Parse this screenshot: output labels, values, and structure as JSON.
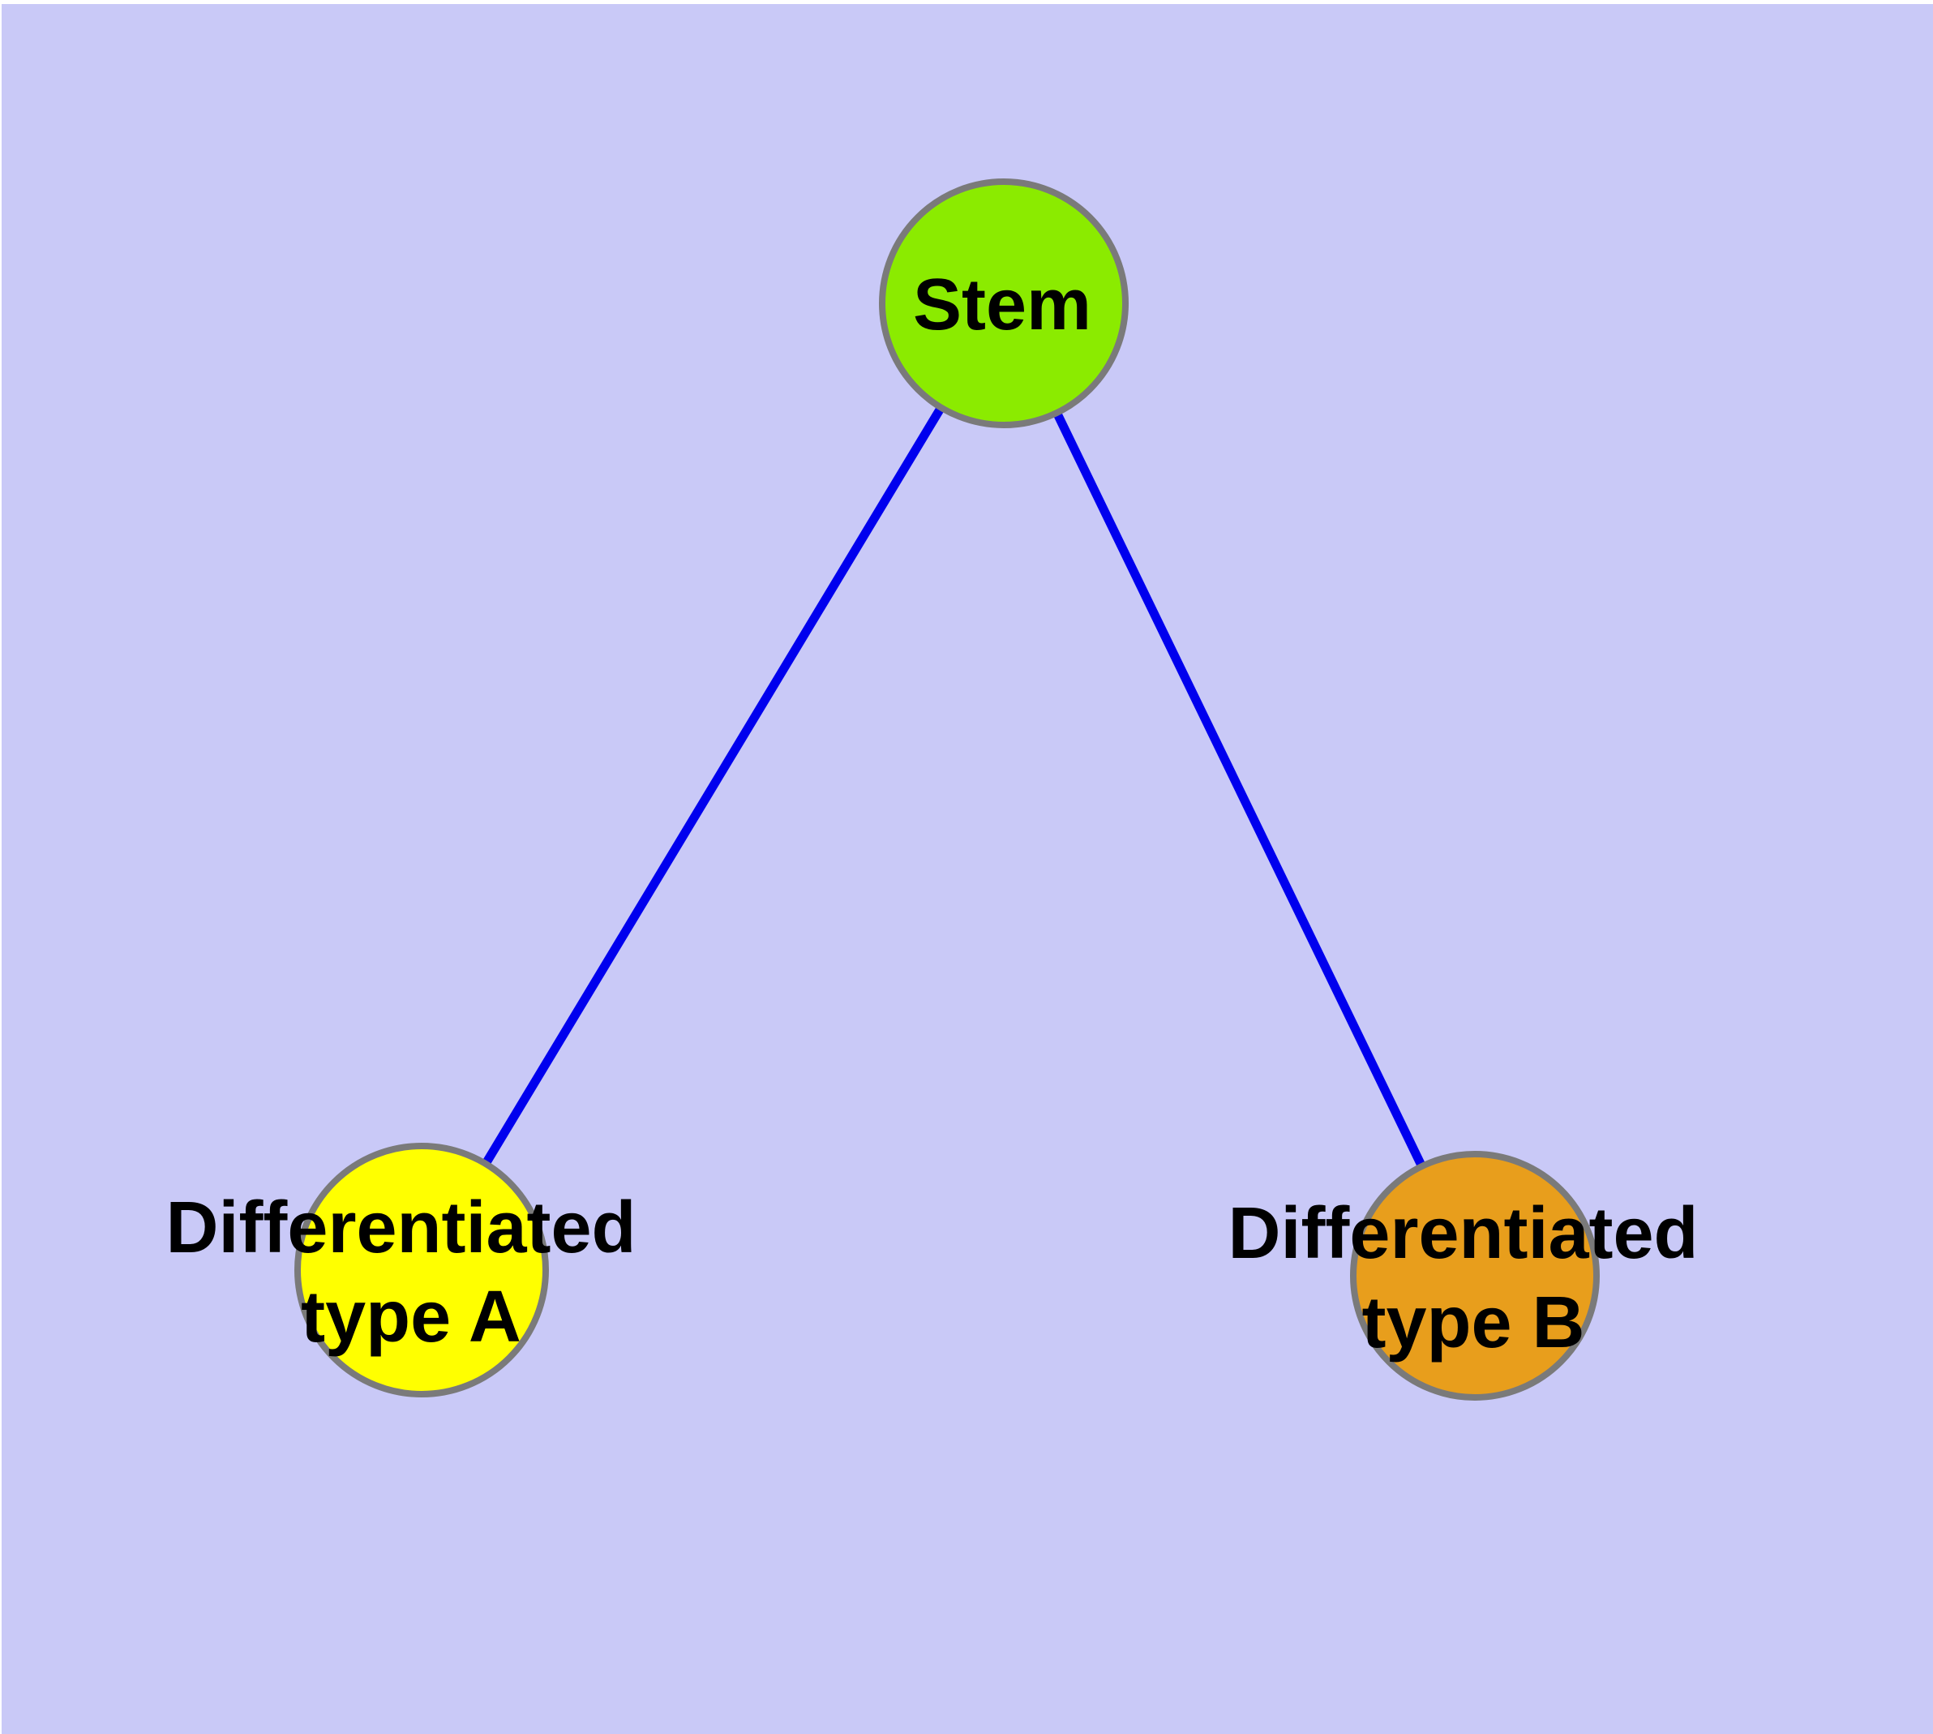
{
  "diagram": {
    "type": "node-link-graph",
    "colors": {
      "background": "#c9c9f7",
      "page_margin": "#ffffff",
      "edge": "#0000ee",
      "node_border": "#7a7a7a",
      "label": "#000000"
    },
    "nodes": [
      {
        "id": "stem",
        "label": "Stem",
        "fill": "#8beb00"
      },
      {
        "id": "differentiated-type-a",
        "label_line1": "Differentiated",
        "label_line2": "type A",
        "fill": "#ffff00"
      },
      {
        "id": "differentiated-type-b",
        "label_line1": "Differentiated",
        "label_line2": "type B",
        "fill": "#e89e1c"
      }
    ],
    "edges": [
      {
        "from": "Stem",
        "to": "Differentiated type A"
      },
      {
        "from": "Stem",
        "to": "Differentiated type B"
      }
    ]
  }
}
